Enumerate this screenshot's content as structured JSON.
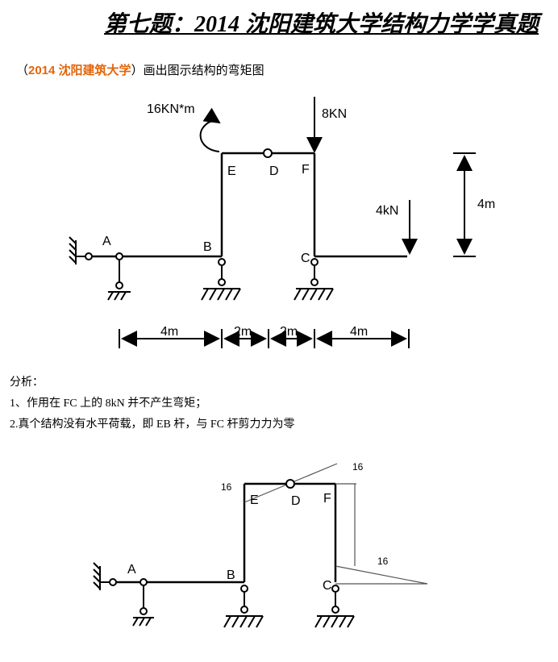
{
  "title": "第七题：2014 沈阳建筑大学结构力学学真题",
  "problem": {
    "source": "2014 沈阳建筑大学",
    "text": "画出图示结构的弯矩图",
    "open_paren": "（",
    "close_paren": "）"
  },
  "diagram1": {
    "moment_load": "16KN*m",
    "load_F": "8KN",
    "load_C": "4kN",
    "height_dim": "4m",
    "dims": [
      "4m",
      "2m",
      "2m",
      "4m"
    ],
    "nodes": {
      "A": "A",
      "B": "B",
      "C": "C",
      "D": "D",
      "E": "E",
      "F": "F"
    }
  },
  "analysis": {
    "heading": "分析：",
    "line1": "1、作用在 FC 上的 8kN 并不产生弯矩；",
    "line2": "2.真个结构没有水平荷载，即 EB 杆，与 FC 杆剪力力为零"
  },
  "diagram2": {
    "value_E": "16",
    "value_F": "16",
    "value_C": "16",
    "nodes": {
      "A": "A",
      "B": "B",
      "C": "C",
      "D": "D",
      "E": "E",
      "F": "F"
    }
  }
}
